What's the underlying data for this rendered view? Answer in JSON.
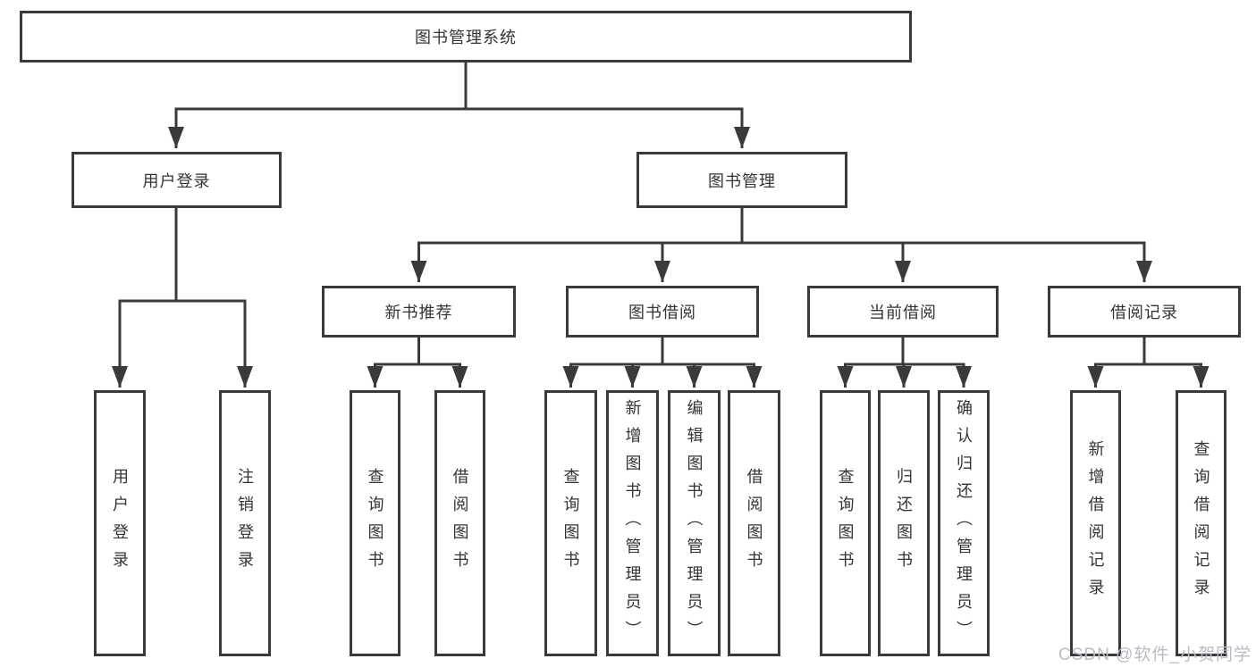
{
  "colors": {
    "line": "#3a3a3a",
    "text": "#333333",
    "background": "#ffffff",
    "watermark": "#b9bdc3"
  },
  "nodes": {
    "root": "图书管理系统",
    "user_login": "用户登录",
    "book_mgmt": "图书管理",
    "new_book_rec": "新书推荐",
    "book_borrow": "图书借阅",
    "current_borrow": "当前借阅",
    "borrow_record": "借阅记录",
    "leaf_user_login": "用户登录",
    "leaf_logout": "注销登录",
    "leaf_nbr_query": "查询图书",
    "leaf_nbr_borrow": "借阅图书",
    "leaf_bb_query": "查询图书",
    "leaf_bb_add": "新增图书（管理员）",
    "leaf_bb_edit": "编辑图书（管理员）",
    "leaf_bb_borrow": "借阅图书",
    "leaf_cb_query": "查询图书",
    "leaf_cb_return": "归还图书",
    "leaf_cb_confirm": "确认归还（管理员）",
    "leaf_br_add": "新增借阅记录",
    "leaf_br_query": "查询借阅记录"
  },
  "hierarchy": {
    "图书管理系统": {
      "用户登录": [
        "用户登录",
        "注销登录"
      ],
      "图书管理": {
        "新书推荐": [
          "查询图书",
          "借阅图书"
        ],
        "图书借阅": [
          "查询图书",
          "新增图书（管理员）",
          "编辑图书（管理员）",
          "借阅图书"
        ],
        "当前借阅": [
          "查询图书",
          "归还图书",
          "确认归还（管理员）"
        ],
        "借阅记录": [
          "新增借阅记录",
          "查询借阅记录"
        ]
      }
    }
  },
  "watermark": {
    "text": "CSDN @软件_小贺同学"
  }
}
